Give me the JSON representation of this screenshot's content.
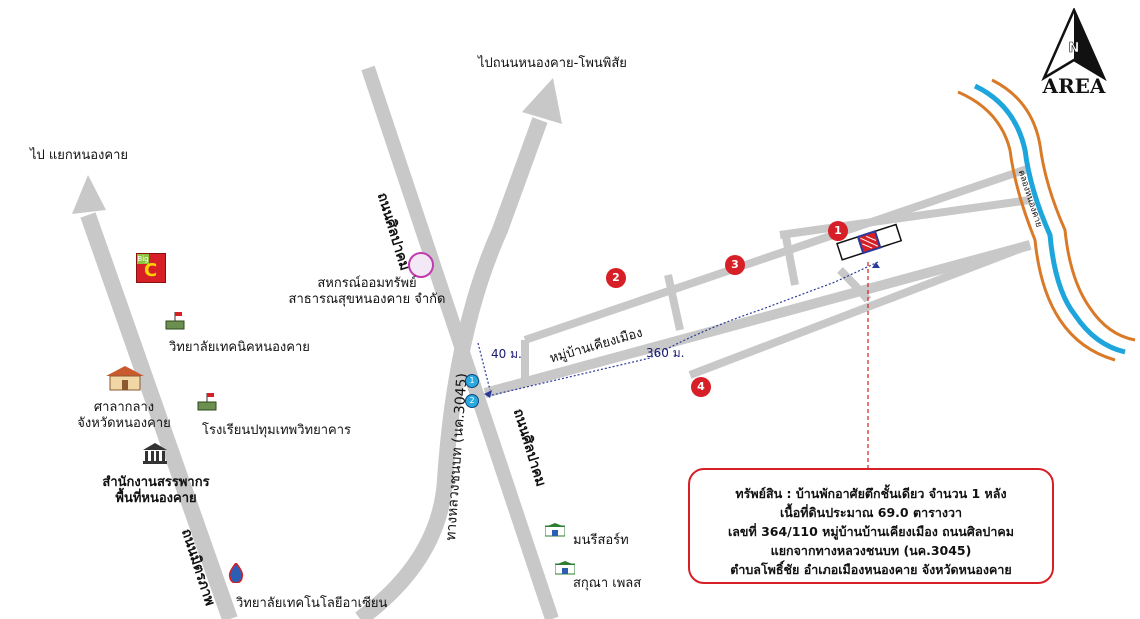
{
  "map": {
    "directions": {
      "to_nongkhai_junction": "ไป แยกหนองคาย",
      "to_nongkhai_phonphisai": "ไปถนนหนองคาย-โพนพิสัย"
    },
    "roads": {
      "sinlapakhom_north": "ถนนศิลปาคม",
      "sinlapakhom_south": "ถนนศิลปาคม",
      "highway_3045": "ทางหลวงชนบท (นค.3045)",
      "mittraphap": "ถนนมิตรภาพ",
      "village": "หมู่บ้านเคียงเมือง",
      "canal": "คลองหนองคาย"
    },
    "distances": {
      "d40": "40 ม.",
      "d360": "360 ม."
    },
    "places": {
      "bigc_logo_text": "Big",
      "bigc_letter": "C",
      "coop_line1": "สหกรณ์ออมทรัพย์",
      "coop_line2": "สาธารณสุขหนองคาย จำกัด",
      "technical_college": "วิทยาลัยเทคนิคหนองคาย",
      "city_hall_line1": "ศาลากลาง",
      "city_hall_line2": "จังหวัดหนองคาย",
      "pathum_school": "โรงเรียนปทุมเทพวิทยาคาร",
      "revenue_line1": "สำนักงานสรรพากร",
      "revenue_line2": "พื้นที่หนองคาย",
      "asian_college": "วิทยาลัยเทคโนโลยีอาเซียน",
      "manaree_resort": "มนรีสอร์ท",
      "sakuna_place": "สกุณา เพลส"
    },
    "markers": [
      "1",
      "2",
      "3",
      "4"
    ],
    "entries": [
      "1",
      "2"
    ]
  },
  "info": {
    "line1": "ทรัพย์สิน :  บ้านพักอาศัยตึกชั้นเดียว จำนวน 1 หลัง",
    "line2": "เนื้อที่ดินประมาณ 69.0 ตารางวา",
    "line3": "เลขที่ 364/110 หมู่บ้านบ้านเคียงเมือง ถนนศิลปาคม",
    "line4": "แยกจากทางหลวงชนบท (นค.3045)",
    "line5": "ตำบลโพธิ์ชัย อำเภอเมืองหนองคาย จังหวัดหนองคาย"
  },
  "compass": {
    "north": "N",
    "brand": "AREA"
  },
  "colors": {
    "road": "#c8c8c8",
    "marker": "#d61f26",
    "river_water": "#1ea5dc",
    "river_bank": "#d97a28",
    "route": "#2b3a9a",
    "subject_property": "#2b3a9a"
  },
  "icons": {
    "coop": "coop-badge-icon",
    "school": "school-flag-icon",
    "city_hall": "government-building-icon",
    "revenue": "temple-building-icon",
    "asian_college": "droplet-logo-icon",
    "resort": "resort-icon"
  }
}
